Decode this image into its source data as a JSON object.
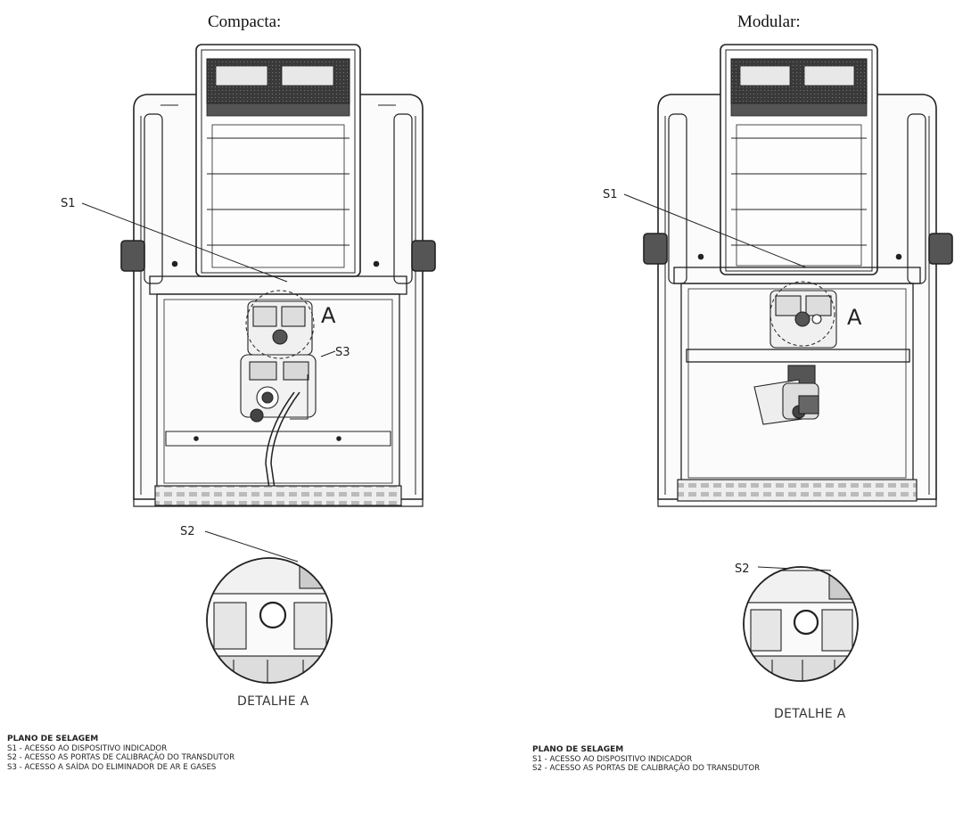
{
  "panels": [
    {
      "title": "Compacta:",
      "callouts": {
        "s1": "S1",
        "s2": "S2",
        "s3": "S3",
        "detail_marker": "A"
      },
      "detail_label": "DETALHE A",
      "plan": {
        "title": "PLANO DE SELAGEM",
        "items": [
          "S1 - ACESSO AO DISPOSITIVO INDICADOR",
          "S2 - ACESSO AS PORTAS DE CALIBRAÇÃO DO TRANSDUTOR",
          "S3 - ACESSO A SAÍDA DO ELIMINADOR DE AR E GASES"
        ]
      }
    },
    {
      "title": "Modular:",
      "callouts": {
        "s1": "S1",
        "s2": "S2",
        "detail_marker": "A"
      },
      "detail_label": "DETALHE A",
      "plan": {
        "title": "PLANO DE SELAGEM",
        "items": [
          "S1 - ACESSO AO DISPOSITIVO INDICADOR",
          "S2 - ACESSO AS PORTAS DE CALIBRAÇÃO DO TRANSDUTOR"
        ]
      }
    }
  ]
}
